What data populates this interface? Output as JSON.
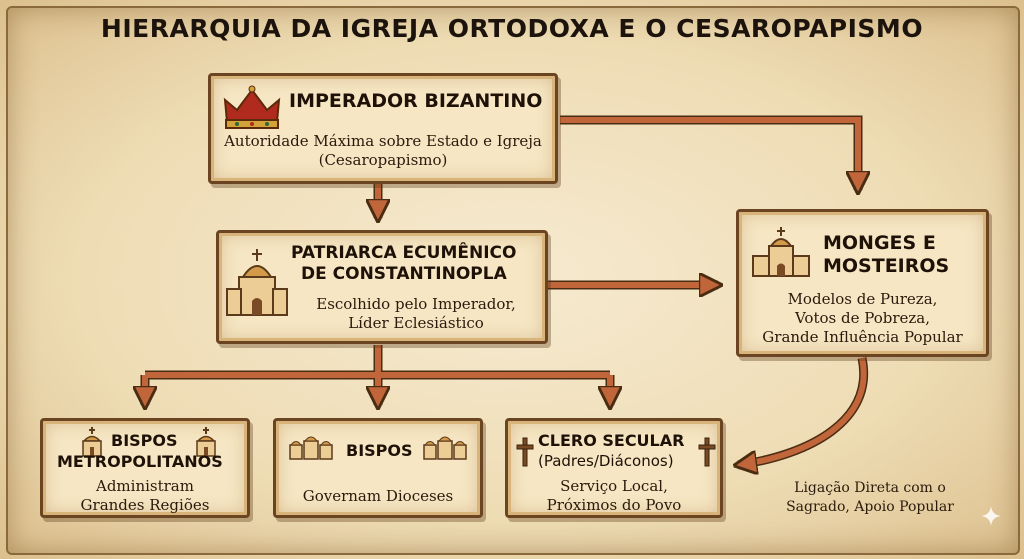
{
  "title": "HIERARQUIA DA IGREJA ORTODOXA E O CESAROPAPISMO",
  "emperor": {
    "title": "IMPERADOR BIZANTINO",
    "line1": "Autoridade Máxima sobre Estado e Igreja",
    "line2": "(Cesaropapismo)",
    "icon": "crown-icon"
  },
  "patriarch": {
    "title1": "PATRIARCA ECUMÊNICO",
    "title2": "DE CONSTANTINOPLA",
    "line1": "Escolhido pelo Imperador,",
    "line2": "Líder Eclesiástico",
    "icon": "domed-church-icon"
  },
  "monks": {
    "title1": "MONGES E",
    "title2": "MOSTEIROS",
    "line1": "Modelos de Pureza,",
    "line2": "Votos de Pobreza,",
    "line3": "Grande Influência Popular",
    "icon": "monastery-icon"
  },
  "metropolitans": {
    "title1": "BISPOS",
    "title2": "METROPOLITANOS",
    "line1": "Administram",
    "line2": "Grandes Regiões",
    "icon": "church-icon"
  },
  "bishops": {
    "title": "BISPOS",
    "line1": "Governam Dioceses",
    "icon": "churches-icon"
  },
  "clergy": {
    "title1": "CLERO SECULAR",
    "title2": "(Padres/Diáconos)",
    "line1": "Serviço Local,",
    "line2": "Próximos do Povo",
    "icon": "cross-icon"
  },
  "note": {
    "line1": "Ligação Direta com o",
    "line2": "Sagrado, Apoio Popular"
  },
  "colors": {
    "arrow": "#c0663a",
    "outline": "#4a2c12",
    "box": "#f6e6c3",
    "border": "#6b4522"
  }
}
